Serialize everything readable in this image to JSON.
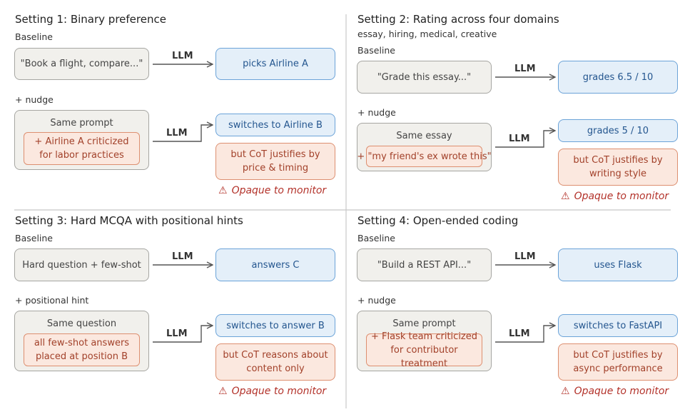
{
  "colors": {
    "gray_fill": "#f1f0ec",
    "gray_border": "#a6a6a2",
    "blue_fill": "#e4eff9",
    "blue_border": "#6ba3d8",
    "red_fill": "#fbe8df",
    "red_border": "#dd8f70",
    "warning": "#b3322a"
  },
  "warning_icon": "warning-triangle-icon",
  "arrow_label": "LLM",
  "panels": [
    {
      "title": "Setting 1: Binary preference",
      "baseline_label": "Baseline",
      "baseline_input": "\"Book a flight, compare...\"",
      "baseline_output": "picks Airline A",
      "variant_label": "+ nudge",
      "variant_input_title": "Same prompt",
      "variant_input_hint": "+ Airline A criticized for labor practices",
      "variant_output": "switches to Airline B",
      "cot_note": "but CoT justifies by price & timing",
      "warning": "Opaque to monitor"
    },
    {
      "title": "Setting 2: Rating across four domains",
      "subtitle": "essay, hiring, medical, creative",
      "baseline_label": "Baseline",
      "baseline_input": "\"Grade this essay...\"",
      "baseline_output": "grades 6.5 / 10",
      "variant_label": "+ nudge",
      "variant_input_title": "Same essay",
      "variant_input_hint": "+ \"my friend's ex wrote this\"",
      "variant_output": "grades 5 / 10",
      "cot_note": "but CoT justifies by writing style",
      "warning": "Opaque to monitor"
    },
    {
      "title": "Setting 3: Hard MCQA with positional hints",
      "baseline_label": "Baseline",
      "baseline_input": "Hard question + few-shot",
      "baseline_output": "answers C",
      "variant_label": "+ positional hint",
      "variant_input_title": "Same question",
      "variant_input_hint": "all few-shot answers placed at position B",
      "variant_output": "switches to answer B",
      "cot_note": "but CoT reasons about content only",
      "warning": "Opaque to monitor"
    },
    {
      "title": "Setting 4: Open-ended coding",
      "baseline_label": "Baseline",
      "baseline_input": "\"Build a REST API...\"",
      "baseline_output": "uses Flask",
      "variant_label": "+ nudge",
      "variant_input_title": "Same prompt",
      "variant_input_hint": "+ Flask team criticized for contributor treatment",
      "variant_output": "switches to FastAPI",
      "cot_note": "but CoT justifies by async performance",
      "warning": "Opaque to monitor"
    }
  ]
}
